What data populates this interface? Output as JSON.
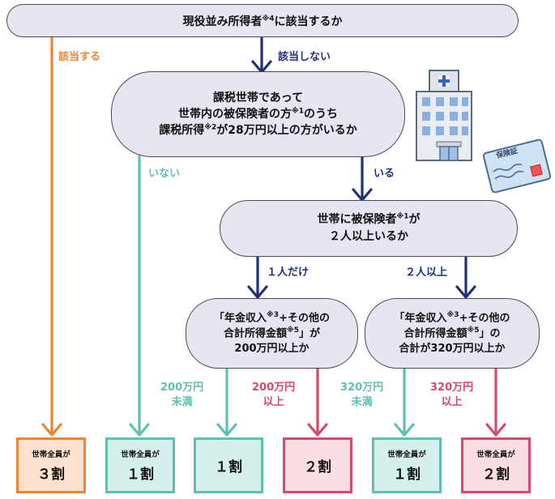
{
  "nodes": {
    "q1": {
      "text": "現役並み所得者",
      "sup": "※4",
      "tail": "に該当するか"
    },
    "q2": {
      "l1": "課税世帯であって",
      "l2a": "世帯内の被保険者の方",
      "l2sup": "※1",
      "l2b": "のうち",
      "l3a": "課税所得",
      "l3sup": "※2",
      "l3b": "が28万円以上の方がいるか"
    },
    "q3": {
      "l1a": "世帯に被保険者",
      "l1sup": "※1",
      "l1b": "が",
      "l2": "２人以上いるか"
    },
    "q4": {
      "l1a": "「年金収入",
      "l1sup": "※3",
      "l1b": "+その他の",
      "l2a": "合計所得金額",
      "l2sup": "※5",
      "l2b": "」が",
      "l3": "200万円以上か"
    },
    "q5": {
      "l1a": "「年金収入",
      "l1sup": "※3",
      "l1b": "+その他の",
      "l2a": "合計所得金額",
      "l2sup": "※5",
      "l2b": "」の",
      "l3": "合計が320万円以上か"
    }
  },
  "edge_labels": {
    "applies": "該当する",
    "not_applies": "該当しない",
    "none": "いない",
    "exists": "いる",
    "one_person": "１人だけ",
    "two_or_more": "２人以上",
    "lt200_l1": "200万円",
    "lt200_l2": "未満",
    "ge200_l1": "200万円",
    "ge200_l2": "以上",
    "lt320_l1": "320万円",
    "lt320_l2": "未満",
    "ge320_l1": "320万円",
    "ge320_l2": "以上"
  },
  "results": [
    {
      "small": "世帯全員が",
      "big": "３割"
    },
    {
      "small": "世帯全員が",
      "big": "１割"
    },
    {
      "small": "",
      "big": "１割"
    },
    {
      "small": "",
      "big": "２割"
    },
    {
      "small": "世帯全員が",
      "big": "１割"
    },
    {
      "small": "世帯全員が",
      "big": "２割"
    }
  ],
  "illustrations": {
    "hospital_sign": "+",
    "card_title": "保険証"
  },
  "colors": {
    "navy": "#1f2f7a",
    "orange": "#ee8433",
    "teal": "#5fbfb3",
    "pink": "#d9476b",
    "node_fill": "#e6e6f0"
  }
}
